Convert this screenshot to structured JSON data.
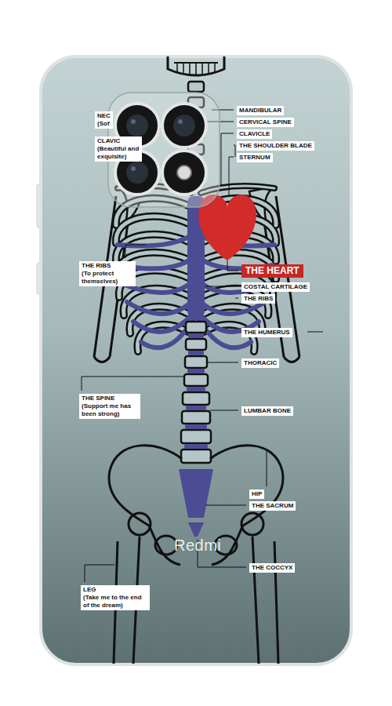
{
  "diagram": {
    "nodes": [
      {
        "text": [
          "NEC",
          "(Sof"
        ]
      },
      {
        "text": [
          "CLAVIC",
          "(Beautiful and exquisite)"
        ]
      },
      {
        "text": [
          "MANDIBULAR"
        ]
      },
      {
        "text": [
          "CERVICAL SPINE"
        ]
      },
      {
        "text": [
          "CLAVICLE"
        ]
      },
      {
        "text": [
          "THE SHOULDER BLADE"
        ]
      },
      {
        "text": [
          "STERNUM"
        ]
      },
      {
        "text": [
          "THE RIBS",
          "(To protect themselves)"
        ]
      },
      {
        "text": [
          "THE HEART"
        ]
      },
      {
        "text": [
          "COSTAL CARTILAGE"
        ]
      },
      {
        "text": [
          "THE RIBS"
        ]
      },
      {
        "text": [
          "THE HUMERUS"
        ]
      },
      {
        "text": [
          "THORACIC"
        ]
      },
      {
        "text": [
          "THE SPINE",
          "(Support me has been strong)"
        ]
      },
      {
        "text": [
          "LUMBAR BONE"
        ]
      },
      {
        "text": [
          "HIP"
        ]
      },
      {
        "text": [
          "THE SACRUM"
        ]
      },
      {
        "text": [
          "THE COCCYX"
        ]
      },
      {
        "text": [
          "LEG",
          "(Take me to the end of the dream)"
        ]
      }
    ],
    "labels": [
      "Redmi"
    ]
  }
}
